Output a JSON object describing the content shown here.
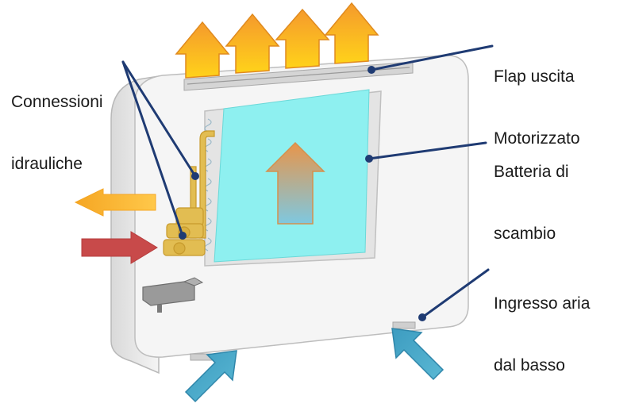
{
  "labels": {
    "connessioni": [
      "Connessioni",
      "idrauliche"
    ],
    "flap": [
      "Flap uscita",
      "Motorizzato"
    ],
    "batteria": [
      "Batteria di",
      "scambio"
    ],
    "ingresso": [
      "Ingresso aria",
      "dal basso"
    ]
  },
  "colors": {
    "leader_line": "#1f3b73",
    "outlet_arrow": "#f5a623",
    "inlet_arrow": "#45aac8",
    "return_arrow": "#c84a4a",
    "coil": "#8ef0f0",
    "housing": "#f4f4f4",
    "pipes": "#d8b24a"
  },
  "icons": {
    "outlet_arrows": "arrow-up-icon",
    "inlet_arrows": "arrow-diagonal-up-icon",
    "flow_out": "arrow-left-icon",
    "flow_in": "arrow-right-icon"
  }
}
